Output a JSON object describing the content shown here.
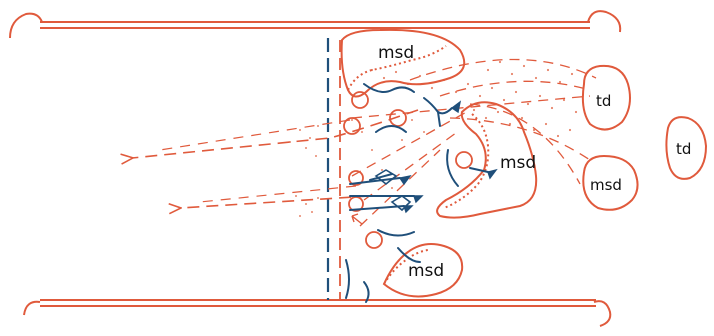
{
  "colors": {
    "orange": "#e05a3c",
    "blue": "#1f4f7a",
    "paper": "#ffffff",
    "ink": "#111111",
    "dots": "#e8866c"
  },
  "labels": {
    "msd_top": "msd",
    "msd_right": "msd",
    "msd_bottom": "msd",
    "msd_far": "msd",
    "td_upper": "td",
    "td_outer": "td"
  }
}
